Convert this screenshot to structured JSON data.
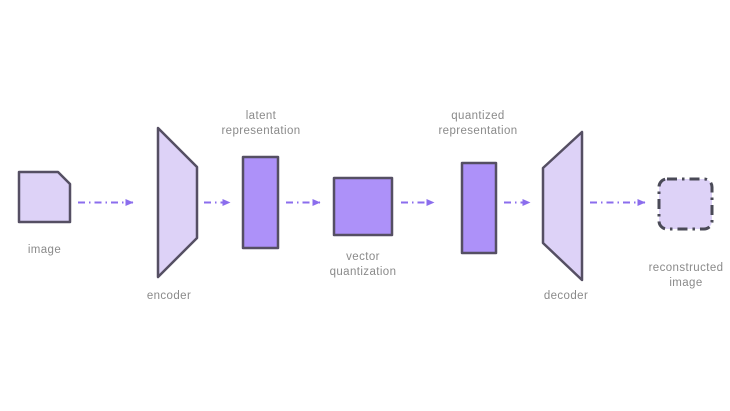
{
  "diagram": {
    "description": "VQ-VAE architecture flow diagram",
    "arrow_style": "dash-dot",
    "nodes": {
      "image": {
        "label": "image",
        "shape": "square-folded-corner"
      },
      "encoder": {
        "label": "encoder",
        "shape": "trapezoid-narrowing-right"
      },
      "latent": {
        "label_line1": "latent",
        "label_line2": "representation",
        "shape": "tall-rectangle"
      },
      "vector_quantization": {
        "label_line1": "vector",
        "label_line2": "quantization",
        "shape": "square"
      },
      "quantized": {
        "label_line1": "quantized",
        "label_line2": "representation",
        "shape": "tall-rectangle"
      },
      "decoder": {
        "label": "decoder",
        "shape": "trapezoid-widening-right"
      },
      "reconstructed": {
        "label_line1": "reconstructed",
        "label_line2": "image",
        "shape": "dashed-rounded-square"
      }
    },
    "flow_order": [
      "image",
      "encoder",
      "latent representation",
      "vector quantization",
      "quantized representation",
      "decoder",
      "reconstructed image"
    ]
  },
  "colors": {
    "background": "#ffffff",
    "light_shape_fill": "#ddd2f7",
    "purple_shape_fill": "#ad91f9",
    "shape_stroke": "#554f63",
    "arrow": "#8b6ded",
    "label_text": "#8a8a8a",
    "dashed_border": "#4a4a57"
  }
}
